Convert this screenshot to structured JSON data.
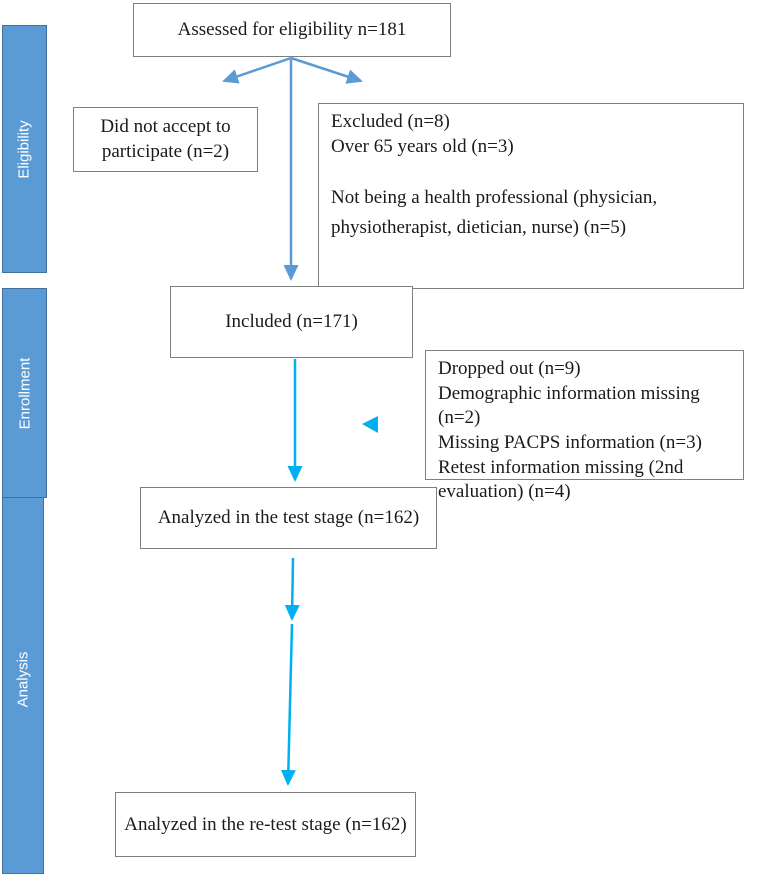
{
  "diagram": {
    "type": "consort-flow",
    "stages": [
      {
        "label": "Eligibility"
      },
      {
        "label": "Enrollment"
      },
      {
        "label": "Analysis"
      }
    ],
    "boxes": {
      "assessed": "Assessed for eligibility n=181",
      "not_accept": "Did not accept to participate (n=2)",
      "excluded": {
        "line1": "Excluded (n=8)",
        "line2": "Over 65 years old (n=3)",
        "line3": "Not being a health professional (physician, physiotherapist, dietician, nurse) (n=5)"
      },
      "included": "Included (n=171)",
      "dropped": {
        "line1": "Dropped out (n=9)",
        "line2": "Demographic information missing (n=2)",
        "line3": "Missing PACPS information (n=3)",
        "line4": "Retest information missing (2nd evaluation) (n=4)"
      },
      "test_stage": "Analyzed in the test stage (n=162)",
      "retest": "Analyzed in the re-test stage (n=162)"
    }
  },
  "colors": {
    "bar_fill": "#5b9bd5",
    "bar_border": "#41719c",
    "arrow_blue": "#5b9bd5",
    "arrow_cyan": "#00b0f0",
    "box_border": "#7f7f7f"
  }
}
